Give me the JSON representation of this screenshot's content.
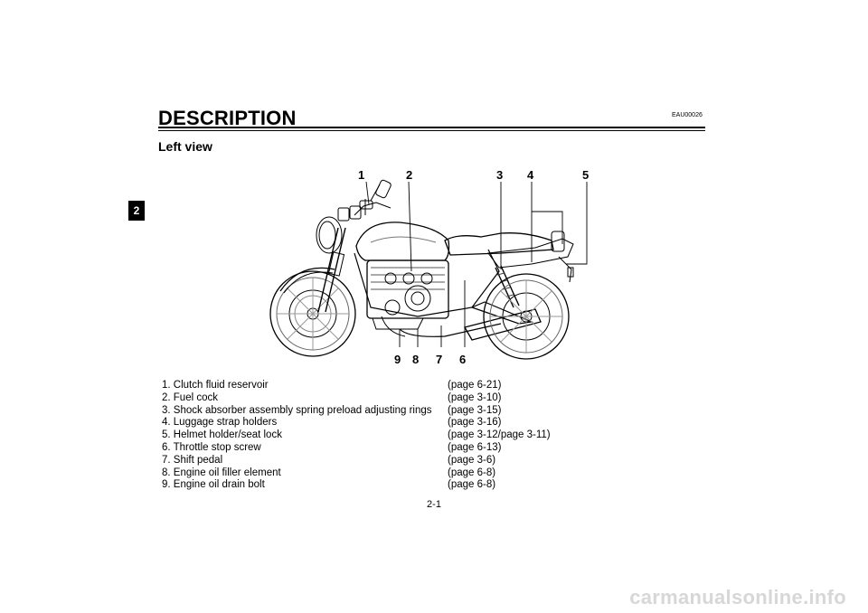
{
  "chapter_tab": "2",
  "title": "DESCRIPTION",
  "doc_code": "EAU00026",
  "section_heading": "Left view",
  "figure": {
    "callouts_top": [
      "1",
      "2",
      "3",
      "4",
      "5"
    ],
    "callouts_bottom": [
      "9",
      "8",
      "7",
      "6"
    ]
  },
  "parts": [
    {
      "name": "1. Clutch fluid reservoir",
      "page": "(page 6-21)"
    },
    {
      "name": "2. Fuel cock",
      "page": "(page 3-10)"
    },
    {
      "name": "3. Shock absorber assembly spring preload adjusting rings",
      "page": "(page 3-15)"
    },
    {
      "name": "4. Luggage strap holders",
      "page": "(page 3-16)"
    },
    {
      "name": "5. Helmet holder/seat lock",
      "page": "(page 3-12/page 3-11)"
    },
    {
      "name": "6. Throttle stop screw",
      "page": "(page 6-13)"
    },
    {
      "name": "7. Shift pedal",
      "page": "(page 3-6)"
    },
    {
      "name": "8. Engine oil filler element",
      "page": "(page 6-8)"
    },
    {
      "name": "9. Engine oil drain bolt",
      "page": "(page 6-8)"
    }
  ],
  "page_number": "2-1",
  "watermark": "carmanualsonline.info"
}
